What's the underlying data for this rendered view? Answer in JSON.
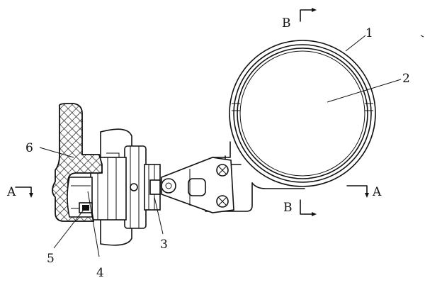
{
  "section_marks": {
    "top_B": "B",
    "bottom_B": "B",
    "left_A": "A",
    "right_A": "A"
  },
  "callouts": [
    "1",
    "2",
    "3",
    "4",
    "5",
    "6"
  ]
}
